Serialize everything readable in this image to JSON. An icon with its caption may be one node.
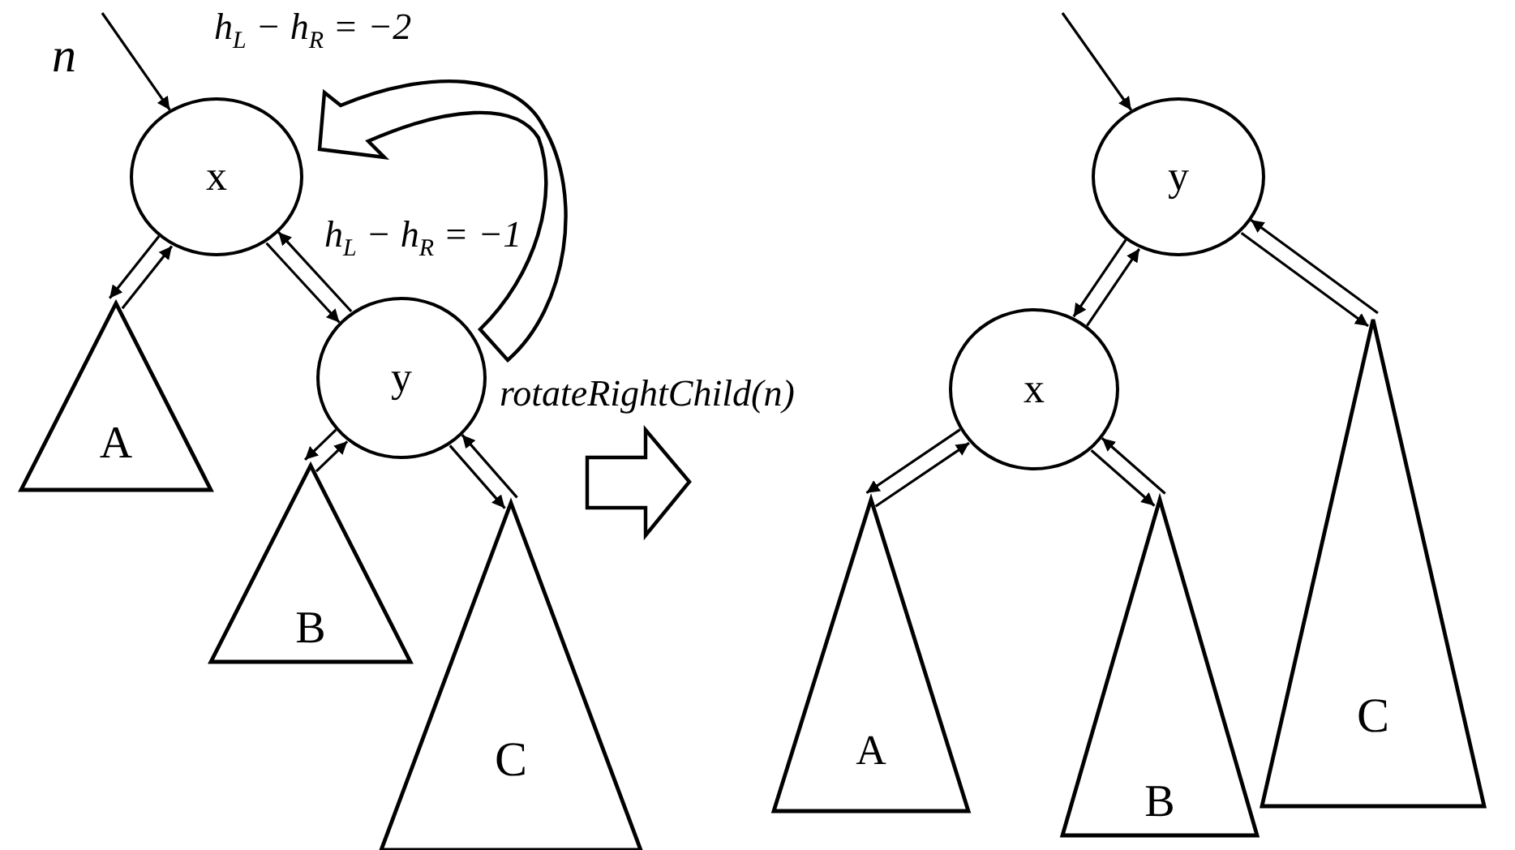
{
  "diagram": {
    "nodes": [
      {
        "text": [
          "x"
        ]
      },
      {
        "text": [
          "y"
        ]
      },
      {
        "text": [
          "A"
        ]
      },
      {
        "text": [
          "B"
        ]
      },
      {
        "text": [
          "C"
        ]
      },
      {
        "text": [
          "y"
        ]
      },
      {
        "text": [
          "x"
        ]
      },
      {
        "text": [
          "A"
        ]
      },
      {
        "text": [
          "B"
        ]
      },
      {
        "text": [
          "C"
        ]
      }
    ],
    "edges": [
      {
        "from": null,
        "to": 0,
        "arrow": "to",
        "label": "n"
      },
      {
        "from": 0,
        "to": 2,
        "arrow": "to"
      },
      {
        "from": 2,
        "to": 0,
        "arrow": "to"
      },
      {
        "from": 0,
        "to": 1,
        "arrow": "to"
      },
      {
        "from": 1,
        "to": 0,
        "arrow": "to"
      },
      {
        "from": 1,
        "to": 3,
        "arrow": "to"
      },
      {
        "from": 3,
        "to": 1,
        "arrow": "to"
      },
      {
        "from": 1,
        "to": 4,
        "arrow": "to"
      },
      {
        "from": 4,
        "to": 1,
        "arrow": "to"
      },
      {
        "from": null,
        "to": 5,
        "arrow": "to"
      },
      {
        "from": 5,
        "to": 6,
        "arrow": "to"
      },
      {
        "from": 6,
        "to": 5,
        "arrow": "to"
      },
      {
        "from": 5,
        "to": 9,
        "arrow": "to"
      },
      {
        "from": 9,
        "to": 5,
        "arrow": "to"
      },
      {
        "from": 6,
        "to": 7,
        "arrow": "to"
      },
      {
        "from": 7,
        "to": 6,
        "arrow": "to"
      },
      {
        "from": 6,
        "to": 8,
        "arrow": "to"
      },
      {
        "from": 8,
        "to": 6,
        "arrow": "to"
      }
    ],
    "labels": [
      "h$_{L}$ − h$_{R}$ = −2",
      "h$_{L}$ − h$_{R}$ = −1",
      "rotateRightChild(n)"
    ]
  }
}
